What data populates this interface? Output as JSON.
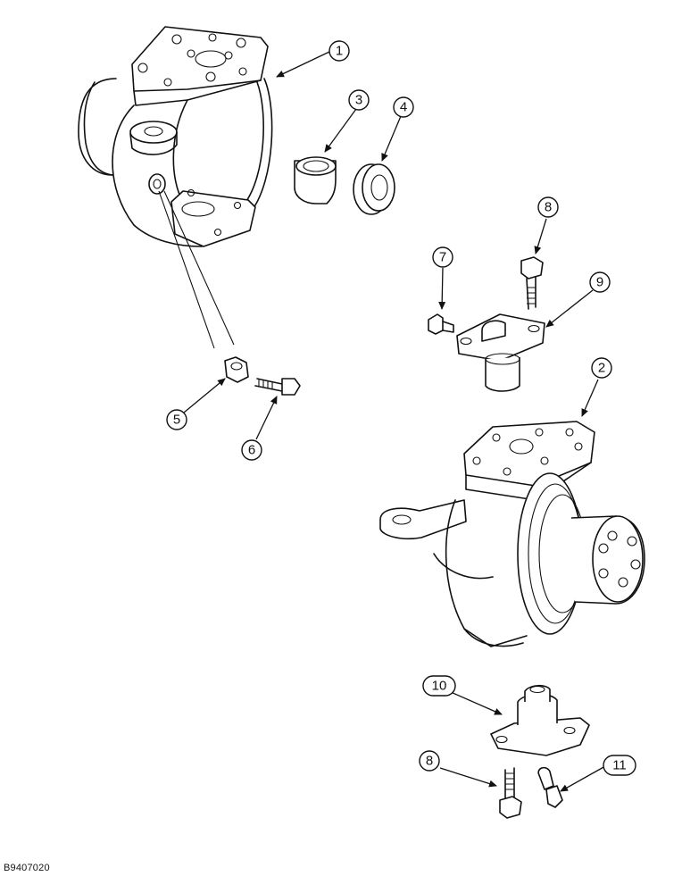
{
  "figure": {
    "reference_code": "B9407020",
    "callouts": [
      {
        "id": "c1",
        "label": "1"
      },
      {
        "id": "c2",
        "label": "2"
      },
      {
        "id": "c3",
        "label": "3"
      },
      {
        "id": "c4",
        "label": "4"
      },
      {
        "id": "c5",
        "label": "5"
      },
      {
        "id": "c6",
        "label": "6"
      },
      {
        "id": "c7",
        "label": "7"
      },
      {
        "id": "c8a",
        "label": "8"
      },
      {
        "id": "c9",
        "label": "9"
      },
      {
        "id": "c10",
        "label": "10"
      },
      {
        "id": "c8b",
        "label": "8"
      },
      {
        "id": "c11",
        "label": "11"
      }
    ]
  }
}
